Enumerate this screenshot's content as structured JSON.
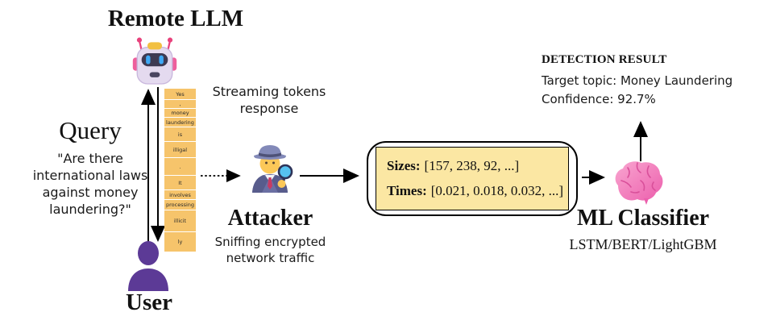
{
  "colors": {
    "token_bg": "#F6C46B",
    "box_fill": "#FBE7A3",
    "user_purple": "#5C3A96",
    "brain_pink": "#F06EB7",
    "arrow_black": "#000000"
  },
  "remote_llm": {
    "title": "Remote LLM"
  },
  "query": {
    "label": "Query",
    "text": "\"Are there\ninternational laws\nagainst money\nlaundering?\""
  },
  "streaming": {
    "caption": "Streaming tokens\nresponse"
  },
  "tokens": {
    "cells": [
      {
        "label": "Yes",
        "size": 13
      },
      {
        "label": ",",
        "size": 10
      },
      {
        "label": "money",
        "size": 10
      },
      {
        "label": "laundering",
        "size": 11
      },
      {
        "label": "is",
        "size": 17
      },
      {
        "label": "illigal",
        "size": 19
      },
      {
        "label": ".",
        "size": 21
      },
      {
        "label": "It",
        "size": 17
      },
      {
        "label": "involves",
        "size": 11
      },
      {
        "label": "processing",
        "size": 12
      },
      {
        "label": "illicit",
        "size": 26
      },
      {
        "label": "ly",
        "size": 24
      }
    ]
  },
  "attacker": {
    "label": "Attacker",
    "caption": "Sniffing encrypted\nnetwork traffic"
  },
  "features": {
    "sizes_label": "Sizes:",
    "sizes_value": "[157, 238, 92, ...]",
    "times_label": "Times:",
    "times_value": "[0.021, 0.018, 0.032, ...]"
  },
  "classifier": {
    "label": "ML Classifier",
    "models": "LSTM/BERT/LightGBM"
  },
  "result": {
    "title": "DETECTION RESULT",
    "target": "Target topic: Money Laundering",
    "confidence": "Confidence: 92.7%"
  },
  "user": {
    "label": "User"
  }
}
